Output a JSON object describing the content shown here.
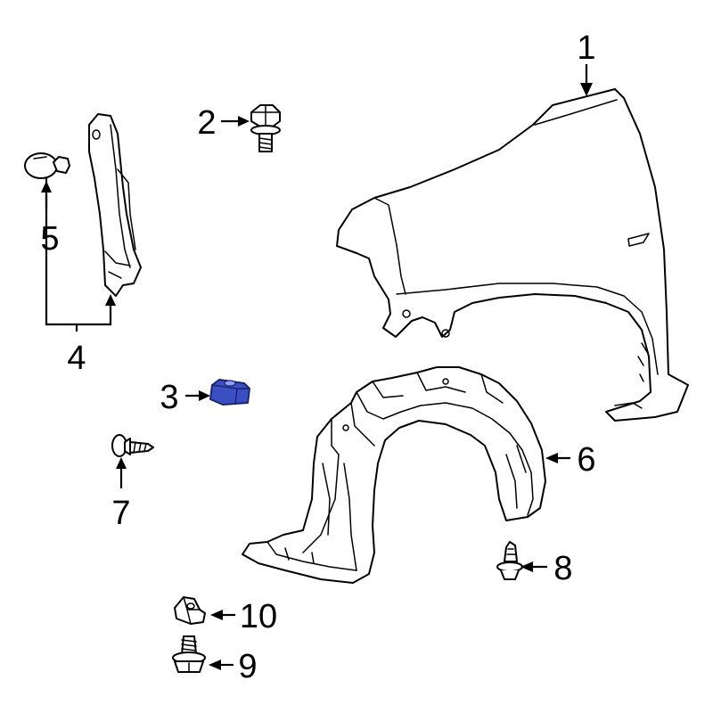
{
  "callouts": {
    "c1": "1",
    "c2": "2",
    "c3": "3",
    "c4": "4",
    "c5": "5",
    "c6": "6",
    "c7": "7",
    "c8": "8",
    "c9": "9",
    "c10": "10"
  },
  "colors": {
    "line": "#000000",
    "background": "#ffffff",
    "highlight_part": "#3a4fc1"
  },
  "highlighted_callout": "3"
}
